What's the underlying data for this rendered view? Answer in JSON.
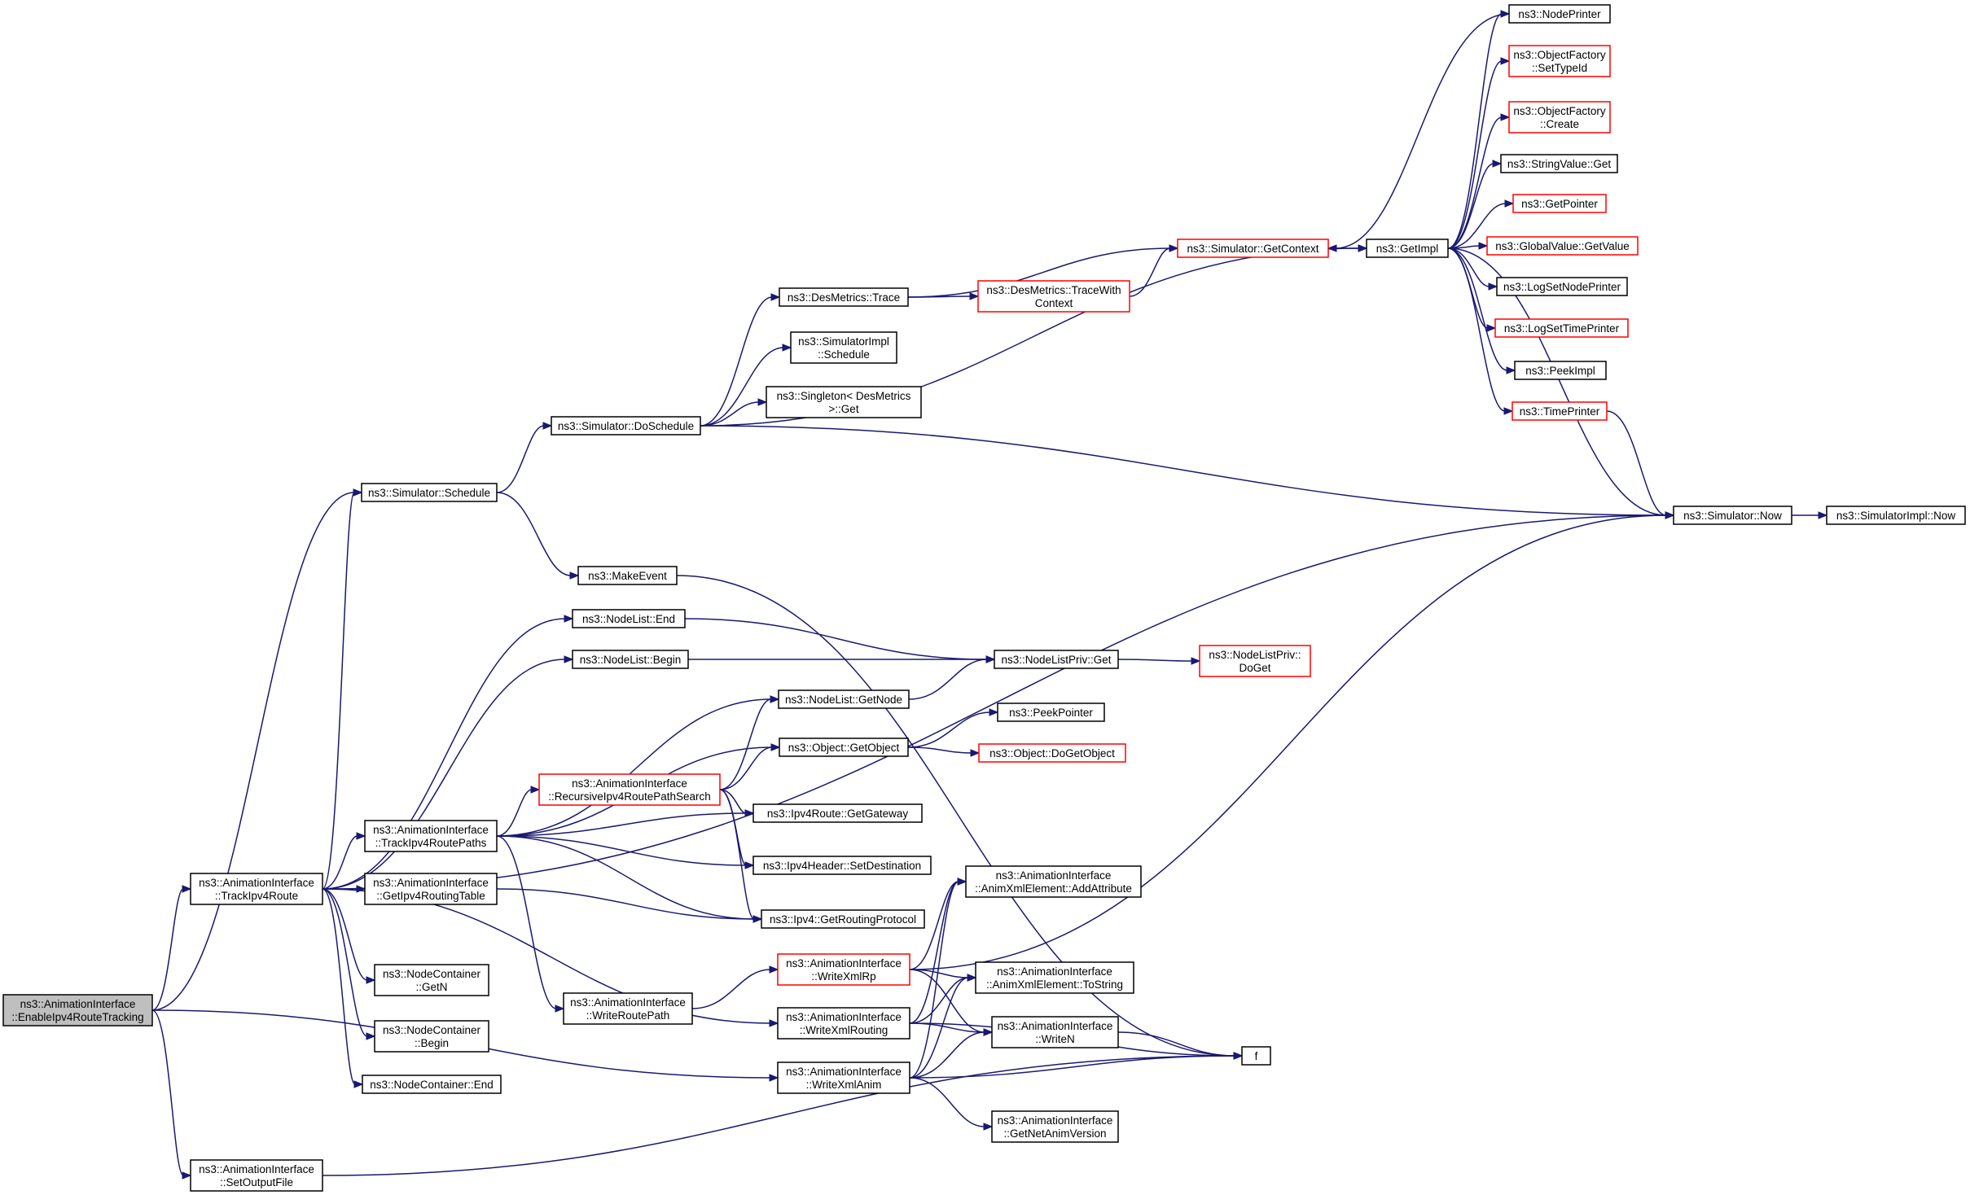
{
  "graph": {
    "nodes": [
      {
        "id": "enable",
        "lines": [
          "ns3::AnimationInterface",
          "::EnableIpv4RouteTracking"
        ],
        "style": "root"
      },
      {
        "id": "trackRoute",
        "lines": [
          "ns3::AnimationInterface",
          "::TrackIpv4Route"
        ],
        "style": "normal"
      },
      {
        "id": "setOutput",
        "lines": [
          "ns3::AnimationInterface",
          "::SetOutputFile"
        ],
        "style": "normal"
      },
      {
        "id": "schedule",
        "lines": [
          "ns3::Simulator::Schedule"
        ],
        "style": "normal"
      },
      {
        "id": "trackPaths",
        "lines": [
          "ns3::AnimationInterface",
          "::TrackIpv4RoutePaths"
        ],
        "style": "normal"
      },
      {
        "id": "getRoutingTable",
        "lines": [
          "ns3::AnimationInterface",
          "::GetIpv4RoutingTable"
        ],
        "style": "normal"
      },
      {
        "id": "ncGetN",
        "lines": [
          "ns3::NodeContainer",
          "::GetN"
        ],
        "style": "normal"
      },
      {
        "id": "ncBegin",
        "lines": [
          "ns3::NodeContainer",
          "::Begin"
        ],
        "style": "normal"
      },
      {
        "id": "ncEnd",
        "lines": [
          "ns3::NodeContainer::End"
        ],
        "style": "normal"
      },
      {
        "id": "doSchedule",
        "lines": [
          "ns3::Simulator::DoSchedule"
        ],
        "style": "normal"
      },
      {
        "id": "makeEvent",
        "lines": [
          "ns3::MakeEvent"
        ],
        "style": "normal"
      },
      {
        "id": "nlEnd",
        "lines": [
          "ns3::NodeList::End"
        ],
        "style": "normal"
      },
      {
        "id": "nlBegin",
        "lines": [
          "ns3::NodeList::Begin"
        ],
        "style": "normal"
      },
      {
        "id": "recursive",
        "lines": [
          "ns3::AnimationInterface",
          "::RecursiveIpv4RoutePathSearch"
        ],
        "style": "red"
      },
      {
        "id": "writeRoutePath",
        "lines": [
          "ns3::AnimationInterface",
          "::WriteRoutePath"
        ],
        "style": "normal"
      },
      {
        "id": "desTrace",
        "lines": [
          "ns3::DesMetrics::Trace"
        ],
        "style": "normal"
      },
      {
        "id": "simImplSchedule",
        "lines": [
          "ns3::SimulatorImpl",
          "::Schedule"
        ],
        "style": "normal"
      },
      {
        "id": "singletonGet",
        "lines": [
          "ns3::Singleton< DesMetrics",
          " >::Get"
        ],
        "style": "normal"
      },
      {
        "id": "nlGetNode",
        "lines": [
          "ns3::NodeList::GetNode"
        ],
        "style": "normal"
      },
      {
        "id": "objGetObject",
        "lines": [
          "ns3::Object::GetObject"
        ],
        "style": "normal"
      },
      {
        "id": "ipv4RouteGetGateway",
        "lines": [
          "ns3::Ipv4Route::GetGateway"
        ],
        "style": "normal"
      },
      {
        "id": "ipv4HeaderSetDest",
        "lines": [
          "ns3::Ipv4Header::SetDestination"
        ],
        "style": "normal"
      },
      {
        "id": "ipv4GetRoutingProtocol",
        "lines": [
          "ns3::Ipv4::GetRoutingProtocol"
        ],
        "style": "normal"
      },
      {
        "id": "writeXmlRp",
        "lines": [
          "ns3::AnimationInterface",
          "::WriteXmlRp"
        ],
        "style": "red"
      },
      {
        "id": "writeXmlRouting",
        "lines": [
          "ns3::AnimationInterface",
          "::WriteXmlRouting"
        ],
        "style": "normal"
      },
      {
        "id": "writeXmlAnim",
        "lines": [
          "ns3::AnimationInterface",
          "::WriteXmlAnim"
        ],
        "style": "normal"
      },
      {
        "id": "desTraceWithContext",
        "lines": [
          "ns3::DesMetrics::TraceWith",
          "Context"
        ],
        "style": "red"
      },
      {
        "id": "nlPrivGet",
        "lines": [
          "ns3::NodeListPriv::Get"
        ],
        "style": "normal"
      },
      {
        "id": "peekPointer",
        "lines": [
          "ns3::PeekPointer"
        ],
        "style": "normal"
      },
      {
        "id": "objDoGetObject",
        "lines": [
          "ns3::Object::DoGetObject"
        ],
        "style": "red"
      },
      {
        "id": "addAttribute",
        "lines": [
          "ns3::AnimationInterface",
          "::AnimXmlElement::AddAttribute"
        ],
        "style": "normal"
      },
      {
        "id": "toString",
        "lines": [
          "ns3::AnimationInterface",
          "::AnimXmlElement::ToString"
        ],
        "style": "normal"
      },
      {
        "id": "writeN",
        "lines": [
          "ns3::AnimationInterface",
          "::WriteN"
        ],
        "style": "normal"
      },
      {
        "id": "getNetAnimVersion",
        "lines": [
          "ns3::AnimationInterface",
          "::GetNetAnimVersion"
        ],
        "style": "normal"
      },
      {
        "id": "simGetContext",
        "lines": [
          "ns3::Simulator::GetContext"
        ],
        "style": "red"
      },
      {
        "id": "nlPrivDoGet",
        "lines": [
          "ns3::NodeListPriv::",
          "DoGet"
        ],
        "style": "red"
      },
      {
        "id": "f",
        "lines": [
          "f"
        ],
        "style": "normal"
      },
      {
        "id": "getImpl",
        "lines": [
          "ns3::GetImpl"
        ],
        "style": "normal"
      },
      {
        "id": "nodePrinter",
        "lines": [
          "ns3::NodePrinter"
        ],
        "style": "normal"
      },
      {
        "id": "ofSetTypeId",
        "lines": [
          "ns3::ObjectFactory",
          "::SetTypeId"
        ],
        "style": "red"
      },
      {
        "id": "ofCreate",
        "lines": [
          "ns3::ObjectFactory",
          "::Create"
        ],
        "style": "red"
      },
      {
        "id": "stringValueGet",
        "lines": [
          "ns3::StringValue::Get"
        ],
        "style": "normal"
      },
      {
        "id": "getPointer",
        "lines": [
          "ns3::GetPointer"
        ],
        "style": "red"
      },
      {
        "id": "globalValueGetValue",
        "lines": [
          "ns3::GlobalValue::GetValue"
        ],
        "style": "red"
      },
      {
        "id": "logSetNodePrinter",
        "lines": [
          "ns3::LogSetNodePrinter"
        ],
        "style": "normal"
      },
      {
        "id": "logSetTimePrinter",
        "lines": [
          "ns3::LogSetTimePrinter"
        ],
        "style": "red"
      },
      {
        "id": "peekImpl",
        "lines": [
          "ns3::PeekImpl"
        ],
        "style": "normal"
      },
      {
        "id": "timePrinter",
        "lines": [
          "ns3::TimePrinter"
        ],
        "style": "red"
      },
      {
        "id": "simNow",
        "lines": [
          "ns3::Simulator::Now"
        ],
        "style": "normal"
      },
      {
        "id": "simImplNow",
        "lines": [
          "ns3::SimulatorImpl::Now"
        ],
        "style": "normal"
      }
    ],
    "edges": [
      [
        "enable",
        "trackRoute"
      ],
      [
        "enable",
        "setOutput"
      ],
      [
        "enable",
        "schedule"
      ],
      [
        "enable",
        "writeXmlAnim"
      ],
      [
        "trackRoute",
        "schedule"
      ],
      [
        "trackRoute",
        "simNow"
      ],
      [
        "trackRoute",
        "nlEnd"
      ],
      [
        "trackRoute",
        "nlBegin"
      ],
      [
        "trackRoute",
        "trackPaths"
      ],
      [
        "trackRoute",
        "getRoutingTable"
      ],
      [
        "trackRoute",
        "ncGetN"
      ],
      [
        "trackRoute",
        "ncBegin"
      ],
      [
        "trackRoute",
        "ncEnd"
      ],
      [
        "trackRoute",
        "writeXmlRouting"
      ],
      [
        "setOutput",
        "f"
      ],
      [
        "schedule",
        "doSchedule"
      ],
      [
        "schedule",
        "makeEvent"
      ],
      [
        "doSchedule",
        "desTrace"
      ],
      [
        "doSchedule",
        "simImplSchedule"
      ],
      [
        "doSchedule",
        "singletonGet"
      ],
      [
        "doSchedule",
        "getImpl"
      ],
      [
        "doSchedule",
        "simNow"
      ],
      [
        "makeEvent",
        "f"
      ],
      [
        "nlEnd",
        "nlPrivGet"
      ],
      [
        "nlBegin",
        "nlPrivGet"
      ],
      [
        "nlGetNode",
        "nlPrivGet"
      ],
      [
        "nlPrivGet",
        "nlPrivDoGet"
      ],
      [
        "trackPaths",
        "nlGetNode"
      ],
      [
        "trackPaths",
        "objGetObject"
      ],
      [
        "trackPaths",
        "recursive"
      ],
      [
        "trackPaths",
        "ipv4RouteGetGateway"
      ],
      [
        "trackPaths",
        "ipv4HeaderSetDest"
      ],
      [
        "trackPaths",
        "ipv4GetRoutingProtocol"
      ],
      [
        "trackPaths",
        "writeRoutePath"
      ],
      [
        "getRoutingTable",
        "ipv4GetRoutingProtocol"
      ],
      [
        "recursive",
        "nlGetNode"
      ],
      [
        "recursive",
        "objGetObject"
      ],
      [
        "recursive",
        "ipv4RouteGetGateway"
      ],
      [
        "recursive",
        "ipv4HeaderSetDest"
      ],
      [
        "recursive",
        "ipv4GetRoutingProtocol"
      ],
      [
        "objGetObject",
        "peekPointer"
      ],
      [
        "objGetObject",
        "objDoGetObject"
      ],
      [
        "writeRoutePath",
        "writeXmlRp"
      ],
      [
        "writeXmlRp",
        "simNow"
      ],
      [
        "writeXmlRp",
        "addAttribute"
      ],
      [
        "writeXmlRp",
        "toString"
      ],
      [
        "writeXmlRp",
        "writeN"
      ],
      [
        "writeXmlRouting",
        "addAttribute"
      ],
      [
        "writeXmlRouting",
        "toString"
      ],
      [
        "writeXmlRouting",
        "writeN"
      ],
      [
        "writeXmlRouting",
        "f"
      ],
      [
        "writeXmlAnim",
        "addAttribute"
      ],
      [
        "writeXmlAnim",
        "toString"
      ],
      [
        "writeXmlAnim",
        "writeN"
      ],
      [
        "writeXmlAnim",
        "getNetAnimVersion"
      ],
      [
        "writeXmlAnim",
        "f"
      ],
      [
        "writeN",
        "f"
      ],
      [
        "desTrace",
        "desTraceWithContext"
      ],
      [
        "desTrace",
        "simGetContext"
      ],
      [
        "desTraceWithContext",
        "simGetContext"
      ],
      [
        "simGetContext",
        "getImpl"
      ],
      [
        "getImpl",
        "nodePrinter"
      ],
      [
        "getImpl",
        "ofSetTypeId"
      ],
      [
        "getImpl",
        "ofCreate"
      ],
      [
        "getImpl",
        "stringValueGet"
      ],
      [
        "getImpl",
        "getPointer"
      ],
      [
        "getImpl",
        "globalValueGetValue"
      ],
      [
        "getImpl",
        "logSetNodePrinter"
      ],
      [
        "getImpl",
        "logSetTimePrinter"
      ],
      [
        "getImpl",
        "peekImpl"
      ],
      [
        "getImpl",
        "timePrinter"
      ],
      [
        "getImpl",
        "simNow"
      ],
      [
        "nodePrinter",
        "simGetContext"
      ],
      [
        "timePrinter",
        "simNow"
      ],
      [
        "simNow",
        "simImplNow"
      ]
    ]
  },
  "colors": {
    "edge": "#191970",
    "border": "#000000",
    "red_border": "#ff0000",
    "root_fill": "#bfbfbf",
    "background": "#ffffff"
  }
}
